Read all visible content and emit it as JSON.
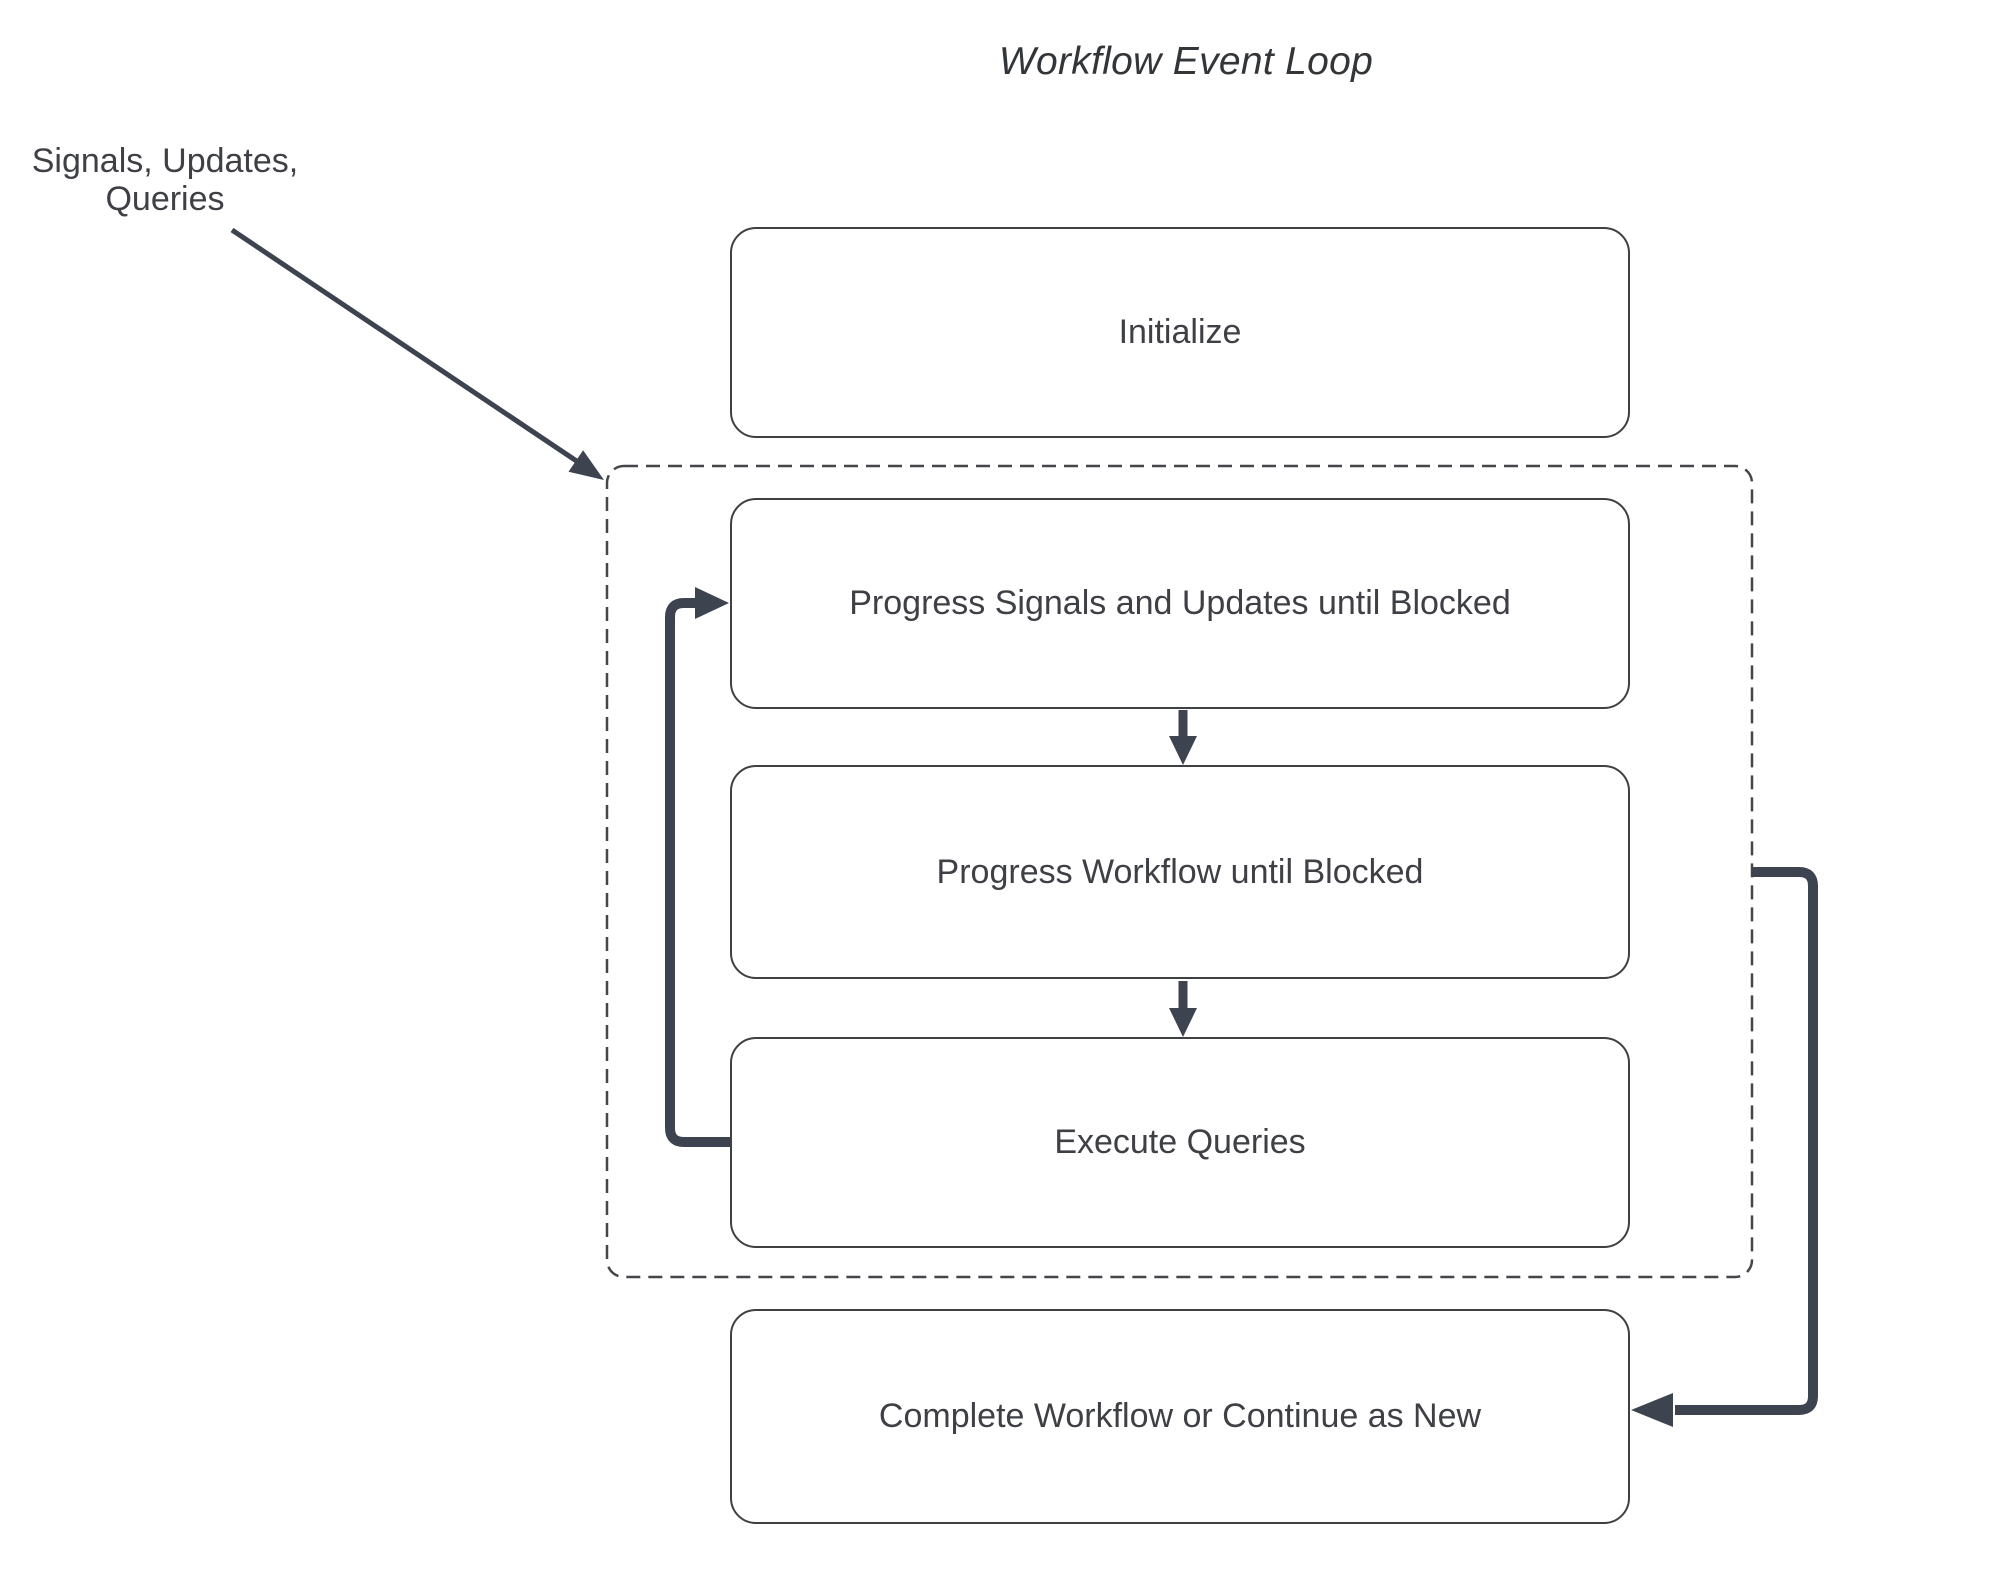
{
  "title": "Workflow Event Loop",
  "annotation": {
    "line1": "Signals, Updates,",
    "line2": "Queries"
  },
  "nodes": [
    {
      "id": "initialize",
      "label": "Initialize"
    },
    {
      "id": "progress-signals",
      "label": "Progress Signals and Updates until Blocked"
    },
    {
      "id": "progress-workflow",
      "label": "Progress Workflow until Blocked"
    },
    {
      "id": "execute-queries",
      "label": "Execute Queries"
    },
    {
      "id": "complete-workflow",
      "label": "Complete Workflow or Continue as New"
    }
  ],
  "colors": {
    "background": "#ffffff",
    "connector": "#3d4450",
    "box_border": "#3f4042",
    "dashed_border": "#45464a",
    "text": "#3e4045",
    "title_text": "#333639"
  }
}
